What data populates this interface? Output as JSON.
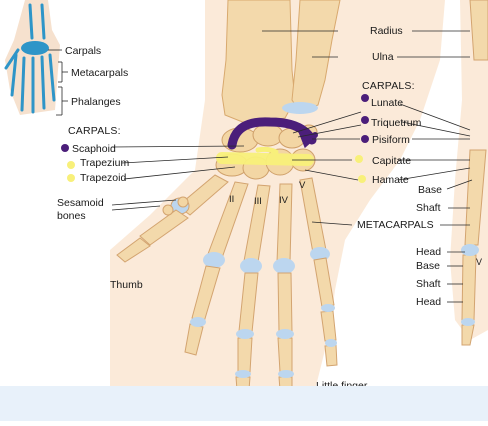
{
  "labels": {
    "inset_carpals": "Carpals",
    "inset_metacarpals": "Metacarpals",
    "inset_phalanges": "Phalanges",
    "radius": "Radius",
    "ulna": "Ulna",
    "carpals_header_left": "CARPALS:",
    "scaphoid": "Scaphoid",
    "trapezium": "Trapezium",
    "trapezoid": "Trapezoid",
    "sesamoid": "Sesamoid",
    "bones": "bones",
    "thumb": "Thumb",
    "carpals_header_right": "CARPALS:",
    "lunate": "Lunate",
    "triquetrum": "Triquetrum",
    "pisiform": "Pisiform",
    "capitate": "Capitate",
    "hamate": "Hamate",
    "base_upper": "Base",
    "shaft_upper": "Shaft",
    "metacarpals": "METACARPALS",
    "head_upper": "Head",
    "base_lower": "Base",
    "shaft_lower": "Shaft",
    "head_lower": "Head",
    "little_finger": "Little finger",
    "roman_ii": "II",
    "roman_iii": "III",
    "roman_iv": "IV",
    "roman_v": "V",
    "roman_v_small": "V"
  },
  "colors": {
    "bone": "#f4dcb0",
    "bone_shadow": "#e2b883",
    "skin": "#f7dcc0",
    "cartilage": "#bcd6ef",
    "purple_marker": "#4b1e7a",
    "yellow_marker": "#f8f07a",
    "background": "#ffffff",
    "inset_blue": "#2e95c8"
  }
}
